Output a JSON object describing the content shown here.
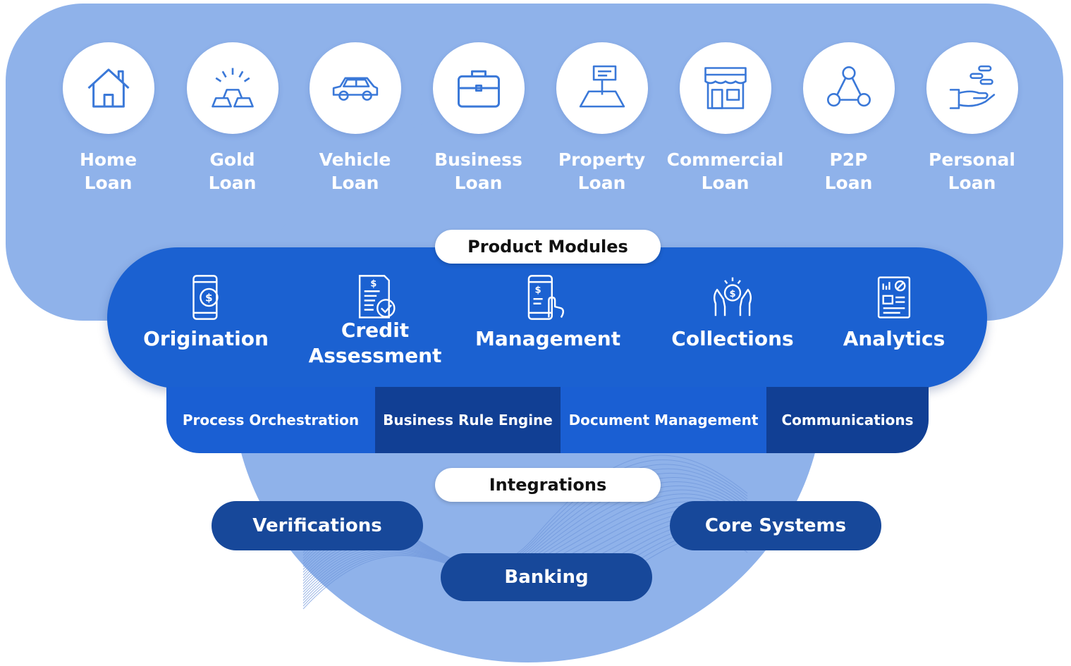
{
  "colors": {
    "panel": "#8fb2ea",
    "modules_band": "#1b61d1",
    "service_light": "#1a5fd3",
    "service_dark": "#113f94",
    "integration": "#17489a",
    "icon_stroke": "#3a78d8"
  },
  "loans": [
    {
      "label": "Home\nLoan",
      "icon": "house-icon"
    },
    {
      "label": "Gold\nLoan",
      "icon": "gold-bars-icon"
    },
    {
      "label": "Vehicle\nLoan",
      "icon": "car-icon"
    },
    {
      "label": "Business\nLoan",
      "icon": "briefcase-icon"
    },
    {
      "label": "Property\nLoan",
      "icon": "land-plot-icon"
    },
    {
      "label": "Commercial\nLoan",
      "icon": "storefront-icon"
    },
    {
      "label": "P2P\nLoan",
      "icon": "network-people-icon"
    },
    {
      "label": "Personal\nLoan",
      "icon": "hand-money-icon"
    }
  ],
  "product_modules": {
    "title": "Product Modules",
    "items": [
      {
        "label": "Origination",
        "icon": "phone-dollar-icon"
      },
      {
        "label": "Credit\nAssessment",
        "icon": "document-check-icon"
      },
      {
        "label": "Management",
        "icon": "phone-touch-icon"
      },
      {
        "label": "Collections",
        "icon": "hands-coin-icon"
      },
      {
        "label": "Analytics",
        "icon": "report-chart-icon"
      }
    ]
  },
  "services": [
    "Process Orchestration",
    "Business Rule Engine",
    "Document Management",
    "Communications"
  ],
  "integrations": {
    "title": "Integrations",
    "items": [
      "Verifications",
      "Core Systems",
      "Banking"
    ]
  }
}
